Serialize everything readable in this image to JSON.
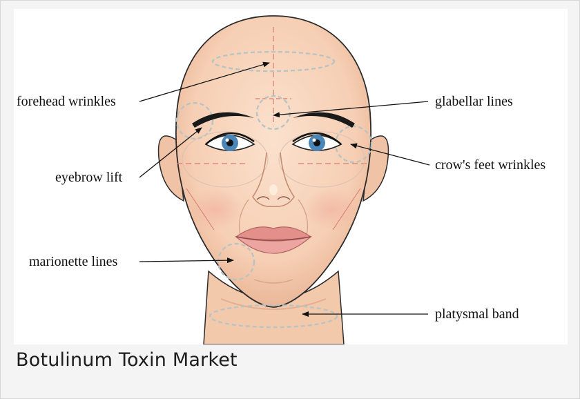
{
  "caption": "Botulinum Toxin Market",
  "labels": {
    "forehead": "forehead wrinkles",
    "eyebrow": "eyebrow lift",
    "marionette": "marionette lines",
    "glabellar": "glabellar lines",
    "crows_feet": "crow's feet wrinkles",
    "platysmal": "platysmal band"
  },
  "colors": {
    "skin": "#f7d2b8",
    "skin_shadow": "#eab596",
    "lips": "#e99a96",
    "iris": "#4a86b8",
    "guide_dashes": "#b8c4c4",
    "guide_red": "#d77b6f"
  }
}
